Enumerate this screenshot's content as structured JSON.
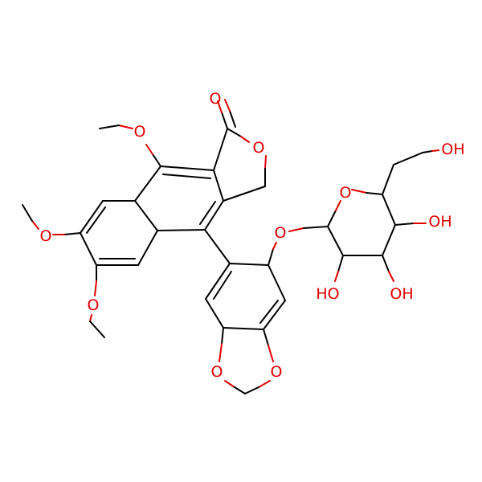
{
  "colors": {
    "bond": "#000000",
    "oxygen": "#e00000",
    "background": "#ffffff"
  },
  "labels": {
    "ketone_o": "O",
    "lactone_o": "O",
    "methoxy_top_o": "O",
    "methoxy_left_o": "O",
    "methoxy_bottom_o": "O",
    "glycoside_o": "O",
    "ring_o": "O",
    "dioxole_o1": "O",
    "dioxole_o2": "O",
    "oh_1": "OH",
    "oh_2": "OH",
    "oh_3": "HO",
    "oh_4": "OH"
  }
}
